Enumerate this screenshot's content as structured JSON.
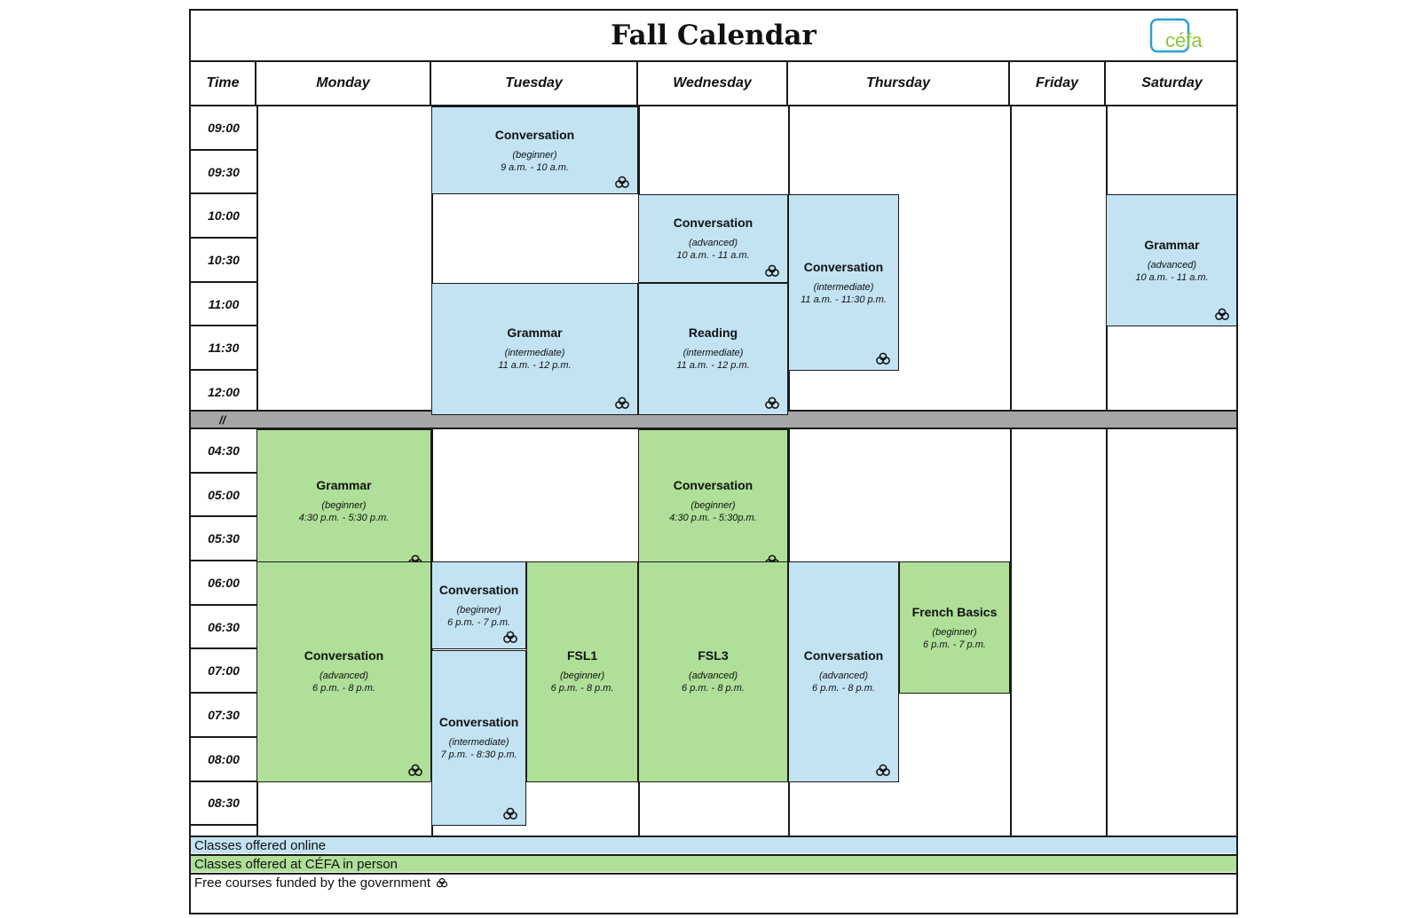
{
  "title": "Fall Calendar",
  "logo_text": "céfa",
  "colors": {
    "online": "#c3e3f3",
    "in_person": "#afdf98",
    "break": "#a6a6a6",
    "logo_blue": "#2aa2d3",
    "logo_green": "#8cc63f"
  },
  "columns": [
    "Time",
    "Monday",
    "Tuesday",
    "Wednesday",
    "Thursday",
    "Friday",
    "Saturday"
  ],
  "break_label": "//",
  "morning_times": [
    "09:00",
    "09:30",
    "10:00",
    "10:30",
    "11:00",
    "11:30",
    "12:00"
  ],
  "evening_times": [
    "04:30",
    "05:00",
    "05:30",
    "06:00",
    "06:30",
    "07:00",
    "07:30",
    "08:00",
    "08:30"
  ],
  "classes": [
    {
      "name": "Conversation",
      "level": "(beginner)",
      "time": "9 a.m. - 10 a.m.",
      "mode": "online",
      "free": true
    },
    {
      "name": "Conversation",
      "level": "(advanced)",
      "time": "10 a.m. - 11 a.m.",
      "mode": "online",
      "free": true
    },
    {
      "name": "Conversation",
      "level": "(intermediate)",
      "time": "11 a.m. - 11:30 p.m.",
      "mode": "online",
      "free": true
    },
    {
      "name": "Grammar",
      "level": "(advanced)",
      "time": "10 a.m. - 11 a.m.",
      "mode": "online",
      "free": true
    },
    {
      "name": "Grammar",
      "level": "(intermediate)",
      "time": "11 a.m. - 12 p.m.",
      "mode": "online",
      "free": true
    },
    {
      "name": "Reading",
      "level": "(intermediate)",
      "time": "11 a.m. - 12 p.m.",
      "mode": "online",
      "free": true
    },
    {
      "name": "Grammar",
      "level": "(beginner)",
      "time": "4:30 p.m. - 5:30 p.m.",
      "mode": "inperson",
      "free": true
    },
    {
      "name": "Conversation",
      "level": "(beginner)",
      "time": "4:30 p.m. - 5:30p.m.",
      "mode": "inperson",
      "free": true
    },
    {
      "name": "Conversation",
      "level": "(advanced)",
      "time": "6 p.m. - 8 p.m.",
      "mode": "inperson",
      "free": true
    },
    {
      "name": "Conversation",
      "level": "(beginner)",
      "time": "6 p.m. - 7 p.m.",
      "mode": "online",
      "free": true
    },
    {
      "name": "Conversation",
      "level": "(intermediate)",
      "time": "7 p.m. - 8:30 p.m.",
      "mode": "online",
      "free": true
    },
    {
      "name": "FSL1",
      "level": "(beginner)",
      "time": "6 p.m. - 8 p.m.",
      "mode": "inperson",
      "free": false
    },
    {
      "name": "FSL3",
      "level": "(advanced)",
      "time": "6 p.m. - 8 p.m.",
      "mode": "inperson",
      "free": false
    },
    {
      "name": "Conversation",
      "level": "(advanced)",
      "time": "6 p.m. - 8 p.m.",
      "mode": "online",
      "free": true
    },
    {
      "name": "French Basics",
      "level": "(beginner)",
      "time": "6 p.m. - 7 p.m.",
      "mode": "inperson",
      "free": false
    }
  ],
  "legend": {
    "online": "Classes offered online",
    "in_person": "Classes offered at CÉFA in person",
    "free": "Free courses funded by the government"
  },
  "icons": {
    "free_course": "triquetra-icon"
  }
}
